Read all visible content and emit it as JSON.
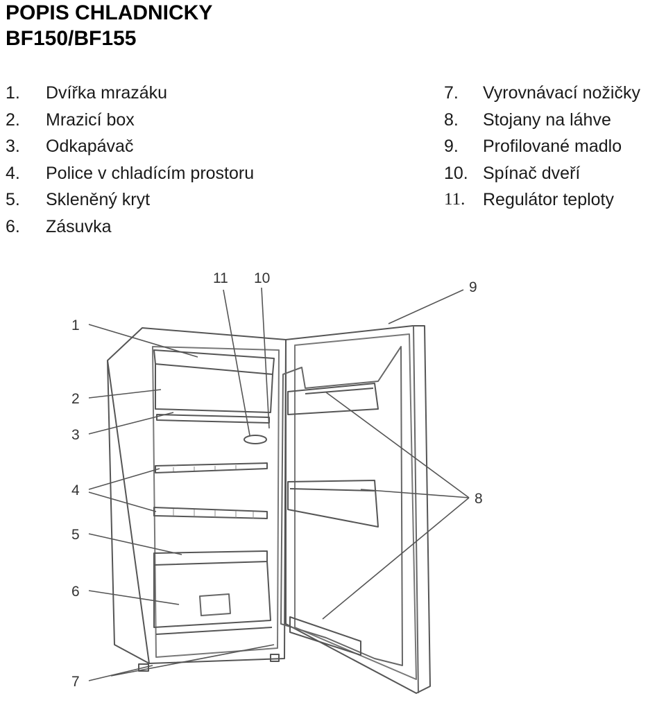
{
  "title": {
    "line1": "POPIS CHLADNICKY",
    "line2": "BF150/BF155"
  },
  "parts_left": [
    {
      "num": "1.",
      "label": "Dvířka mrazáku"
    },
    {
      "num": "2.",
      "label": "Mrazicí box"
    },
    {
      "num": "3.",
      "label": "Odkapávač"
    },
    {
      "num": "4.",
      "label": "Police v chladícím prostoru"
    },
    {
      "num": "5.",
      "label": "Skleněný kryt"
    },
    {
      "num": "6.",
      "label": "Zásuvka"
    }
  ],
  "parts_right": [
    {
      "num": "7.",
      "label": "Vyrovnávací nožičky"
    },
    {
      "num": "8.",
      "label": "Stojany na láhve"
    },
    {
      "num": "9.",
      "label": "Profilované madlo"
    },
    {
      "num": "10.",
      "label": "Spínač dveří"
    },
    {
      "num": "11.",
      "label": "Regulátor  teploty"
    }
  ],
  "callouts": [
    "1",
    "2",
    "3",
    "4",
    "5",
    "6",
    "7",
    "8",
    "9",
    "10",
    "11"
  ]
}
